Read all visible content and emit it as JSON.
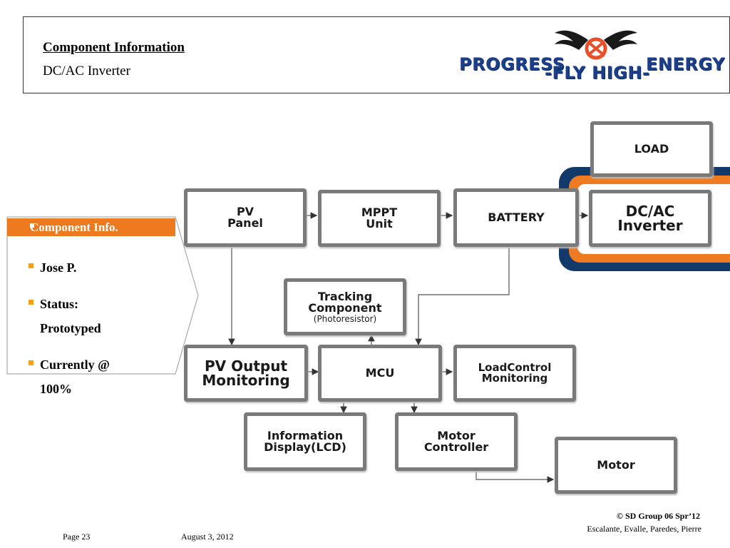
{
  "header": {
    "title": "Component Information",
    "subtitle": "DC/AC Inverter",
    "logo": {
      "left_text": "PROGRESS",
      "middle_text": "-FLY HIGH-",
      "right_text": "ENERGY",
      "colors": {
        "text": "#1d3f8a",
        "wings": "#1a1a1a",
        "emblem": "#e8502a"
      }
    }
  },
  "sidebar": {
    "header": "Component Info.",
    "items": [
      "Jose P.",
      "Status:",
      "Prototyped",
      "Currently @",
      "100%"
    ],
    "colors": {
      "header_bg": "#ee7a20",
      "bullet": "#f6a01a"
    }
  },
  "diagram": {
    "nodes": {
      "load": "LOAD",
      "pv_panel": "PV\nPanel",
      "mppt": "MPPT\nUnit",
      "battery": "BATTERY",
      "inverter": "DC/AC\nInverter",
      "tracking_1": "Tracking\nComponent",
      "tracking_2": "(Photoresistor)",
      "pv_output": "PV Output\nMonitoring",
      "mcu": "MCU",
      "load_control": "LoadControl\nMonitoring",
      "info_display": "Information\nDisplay(LCD)",
      "motor_controller": "Motor\nController",
      "motor": "Motor"
    },
    "highlight_colors": {
      "outer": "#113a6b",
      "middle": "#ee7b22"
    }
  },
  "footer": {
    "page": "Page 23",
    "date": "August 3, 2012",
    "copyright": "© SD Group 06 Spr’12",
    "authors": "Escalante, Evalle, Paredes, Pierre"
  }
}
